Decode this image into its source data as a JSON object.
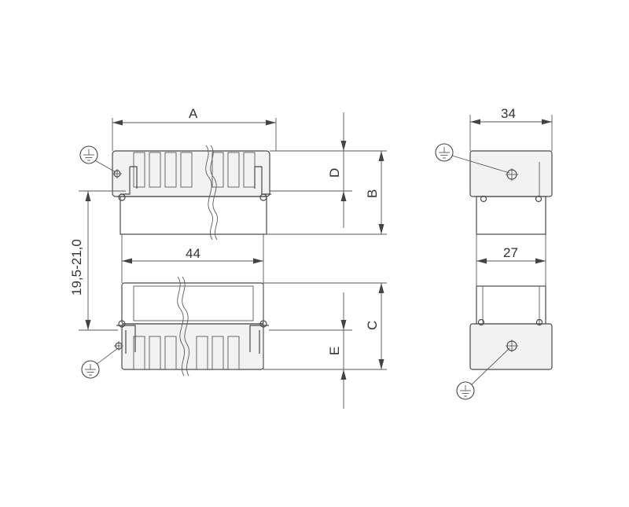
{
  "labels": {
    "dim_a": "A",
    "dim_b": "B",
    "dim_c": "C",
    "dim_d": "D",
    "dim_e": "E",
    "dim_44": "44",
    "dim_34": "34",
    "dim_27": "27",
    "dim_gap": "19,5-21,0"
  }
}
